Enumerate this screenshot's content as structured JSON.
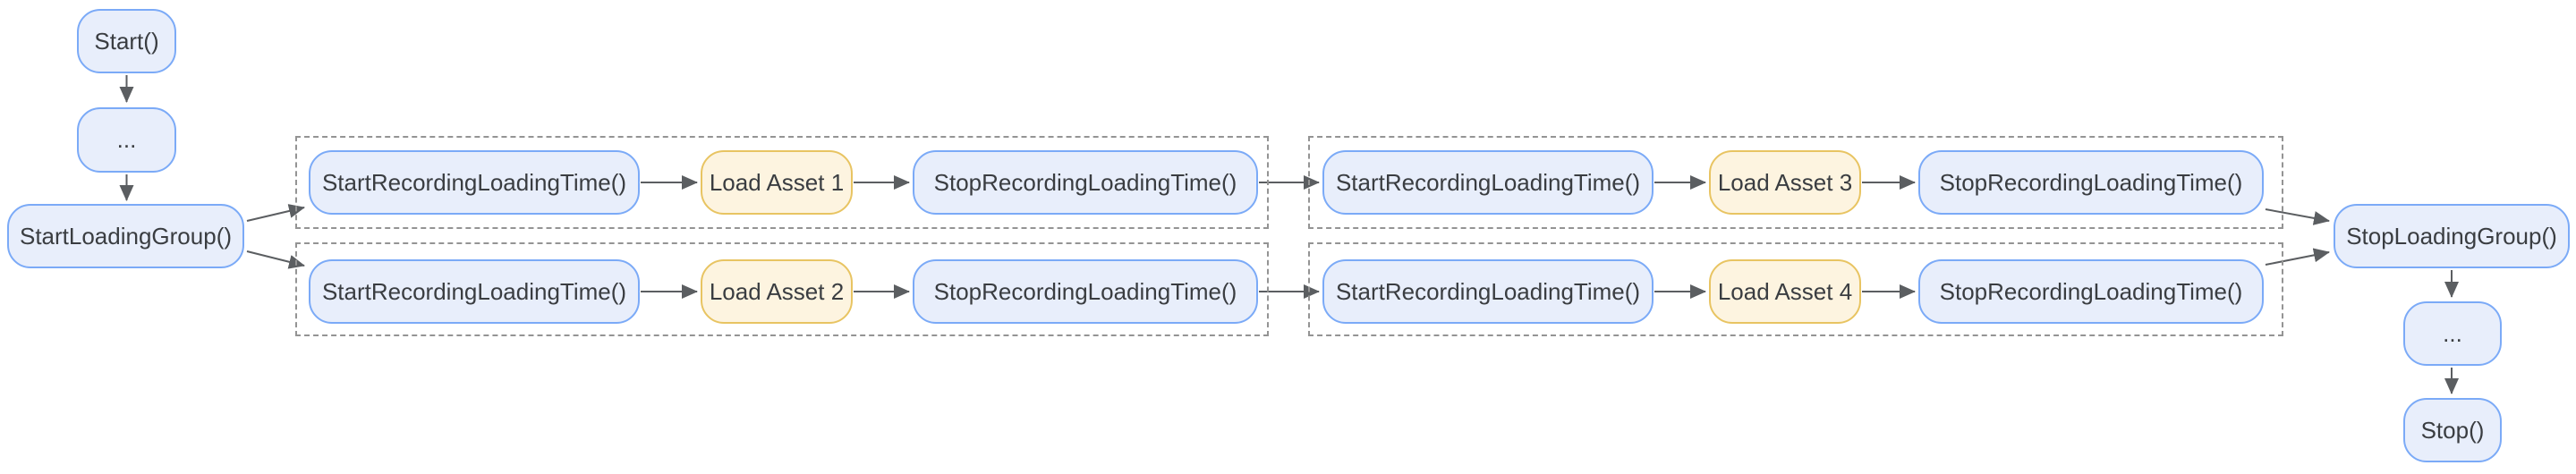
{
  "diagram": {
    "type": "flowchart",
    "nodes": {
      "start": "Start()",
      "ellipsis_before": "...",
      "start_loading_group": "StartLoadingGroup()",
      "stop_loading_group": "StopLoadingGroup()",
      "ellipsis_after": "...",
      "stop": "Stop()"
    },
    "sequences": [
      {
        "start": "StartRecordingLoadingTime()",
        "asset": "Load Asset 1",
        "stop": "StopRecordingLoadingTime()"
      },
      {
        "start": "StartRecordingLoadingTime()",
        "asset": "Load Asset 2",
        "stop": "StopRecordingLoadingTime()"
      },
      {
        "start": "StartRecordingLoadingTime()",
        "asset": "Load Asset 3",
        "stop": "StopRecordingLoadingTime()"
      },
      {
        "start": "StartRecordingLoadingTime()",
        "asset": "Load Asset 4",
        "stop": "StopRecordingLoadingTime()"
      }
    ],
    "edges": [
      [
        "start",
        "ellipsis_before"
      ],
      [
        "ellipsis_before",
        "start_loading_group"
      ],
      [
        "start_loading_group",
        "seq1_start"
      ],
      [
        "start_loading_group",
        "seq2_start"
      ],
      [
        "seq1_start",
        "seq1_asset"
      ],
      [
        "seq1_asset",
        "seq1_stop"
      ],
      [
        "seq1_stop",
        "seq3_start"
      ],
      [
        "seq2_start",
        "seq2_asset"
      ],
      [
        "seq2_asset",
        "seq2_stop"
      ],
      [
        "seq2_stop",
        "seq4_start"
      ],
      [
        "seq3_start",
        "seq3_asset"
      ],
      [
        "seq3_asset",
        "seq3_stop"
      ],
      [
        "seq3_stop",
        "stop_loading_group"
      ],
      [
        "seq4_start",
        "seq4_asset"
      ],
      [
        "seq4_asset",
        "seq4_stop"
      ],
      [
        "seq4_stop",
        "stop_loading_group"
      ],
      [
        "stop_loading_group",
        "ellipsis_after"
      ],
      [
        "ellipsis_after",
        "stop"
      ]
    ],
    "colors": {
      "api_node_fill": "#e8eefb",
      "api_node_border": "#7baaf7",
      "asset_node_fill": "#fdf4e0",
      "asset_node_border": "#e8c462",
      "arrow": "#5b5e61",
      "group_border": "#949494",
      "text": "#3a3d41",
      "background": "#ffffff"
    }
  }
}
